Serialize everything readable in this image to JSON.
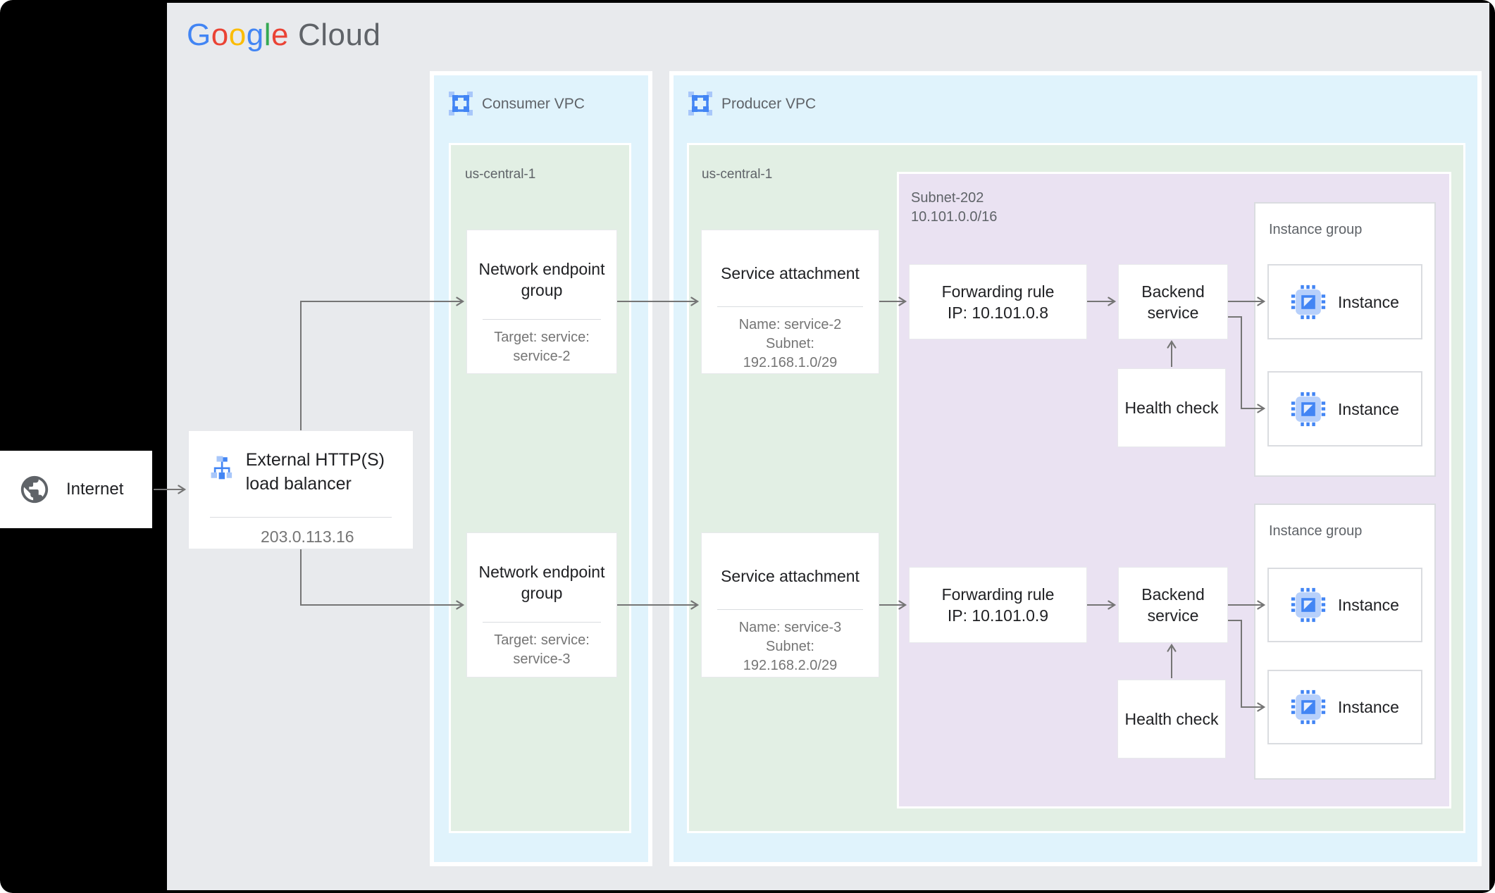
{
  "colors": {
    "canvas_bg": "#E8EAED",
    "vpc_zone_bg": "#E0F3FC",
    "region_zone_bg": "#E2EFE4",
    "subnet_zone_bg": "#EAE2F2",
    "arrow": "#757575",
    "accent_blue": "#4285F4",
    "accent_blue_light": "#A8C7FA",
    "title_text": "#202124",
    "label_text": "#5F6368",
    "sub_text": "#757575"
  },
  "brand": {
    "google_letters": [
      {
        "ch": "G",
        "color": "#4285F4"
      },
      {
        "ch": "o",
        "color": "#EA4335"
      },
      {
        "ch": "o",
        "color": "#FBBC05"
      },
      {
        "ch": "g",
        "color": "#4285F4"
      },
      {
        "ch": "l",
        "color": "#34A853"
      },
      {
        "ch": "e",
        "color": "#EA4335"
      }
    ],
    "cloud_text": "Cloud"
  },
  "internet": {
    "label": "Internet"
  },
  "load_balancer": {
    "title": "External HTTP(S) load balancer",
    "ip": "203.0.113.16"
  },
  "consumer_vpc": {
    "label": "Consumer VPC",
    "region": {
      "label": "us-central-1",
      "endpoint_groups": [
        {
          "title": "Network endpoint group",
          "target_line1": "Target: service:",
          "target_line2": "service-2"
        },
        {
          "title": "Network endpoint group",
          "target_line1": "Target: service:",
          "target_line2": "service-3"
        }
      ]
    }
  },
  "producer_vpc": {
    "label": "Producer VPC",
    "region": {
      "label": "us-central-1",
      "service_attachments": [
        {
          "title": "Service attachment",
          "name": "Name: service-2",
          "subnet_label": "Subnet:",
          "subnet_cidr": "192.168.1.0/29"
        },
        {
          "title": "Service attachment",
          "name": "Name: service-3",
          "subnet_label": "Subnet:",
          "subnet_cidr": "192.168.2.0/29"
        }
      ],
      "subnet": {
        "name": "Subnet-202",
        "cidr": "10.101.0.0/16",
        "rows": [
          {
            "forwarding_rule_title": "Forwarding rule",
            "forwarding_rule_ip": "IP: 10.101.0.8",
            "backend_service_title": "Backend service",
            "health_check_title": "Health check",
            "instance_group_label": "Instance group",
            "instances": [
              {
                "label": "Instance"
              },
              {
                "label": "Instance"
              }
            ]
          },
          {
            "forwarding_rule_title": "Forwarding rule",
            "forwarding_rule_ip": "IP: 10.101.0.9",
            "backend_service_title": "Backend service",
            "health_check_title": "Health check",
            "instance_group_label": "Instance group",
            "instances": [
              {
                "label": "Instance"
              },
              {
                "label": "Instance"
              }
            ]
          }
        ]
      }
    }
  }
}
